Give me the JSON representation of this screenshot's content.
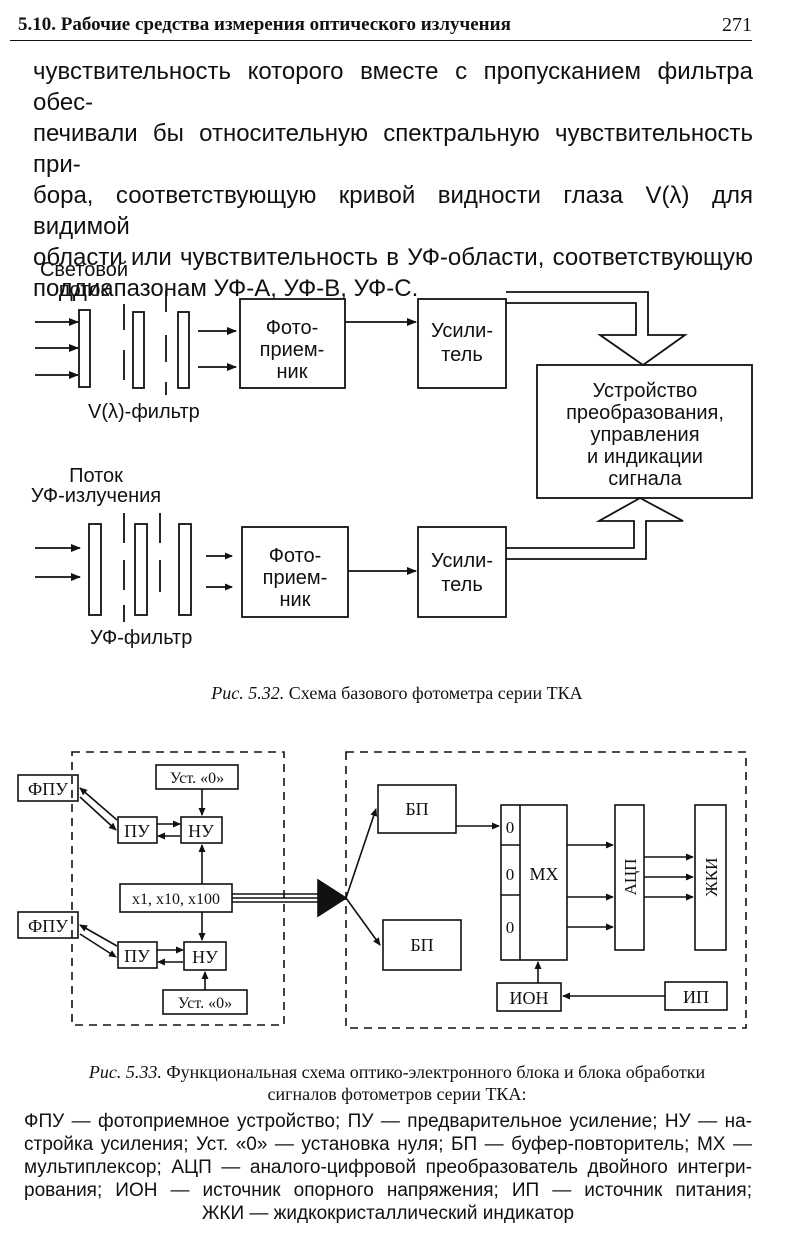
{
  "header": {
    "section_title": "5.10. Рабочие средства измерения оптического излучения",
    "page_number": "271"
  },
  "paragraph": [
    "чувствительность которого вместе с пропусканием фильтра обес-",
    "печивали бы относительную спектральную чувствительность при-",
    "бора, соответствующую кривой видности глаза V(λ) для видимой",
    "области или чувствительность в УФ-области, соответствующую",
    "поддиапазонам УФ-А, УФ-В, УФ-С."
  ],
  "fig532": {
    "light_flux": [
      "Световой",
      "поток"
    ],
    "vlambda_filter": "V(λ)-фильтр",
    "uv_flux": [
      "Поток",
      "УФ-излучения"
    ],
    "uv_filter": "УФ-фильтр",
    "photodetector": [
      "Фото-",
      "прием-",
      "ник"
    ],
    "amplifier": [
      "Усили-",
      "тель"
    ],
    "device": [
      "Устройство",
      "преобразования,",
      "управления",
      "и индикации",
      "сигнала"
    ],
    "caption_label": "Рис. 5.32.",
    "caption_text": "Схема базового фотометра серии ТКА"
  },
  "fig533": {
    "fpu": "ФПУ",
    "pu": "ПУ",
    "nu": "НУ",
    "zero_set": "Уст. «0»",
    "gain": "x1, x10, x100",
    "bp": "БП",
    "mx": "МХ",
    "zero": "0",
    "adc": "АЦП",
    "lcd": "ЖКИ",
    "ion": "ИОН",
    "ip": "ИП",
    "caption_label": "Рис. 5.33.",
    "caption_line1": "Функциональная схема оптико-электронного блока и блока обработки",
    "caption_line2": "сигналов фотометров серии ТКА:"
  },
  "legend": [
    "ФПУ — фотоприемное устройство; ПУ — предварительное усиление; НУ — на-",
    "стройка усиления; Уст. «0» — установка нуля; БП — буфер-повторитель; МХ —",
    "мультиплексор; АЦП — аналого-цифровой преобразователь двойного интегри-",
    "рования; ИОН — источник опорного напряжения; ИП — источник питания;",
    "ЖКИ — жидкокристаллический индикатор"
  ]
}
